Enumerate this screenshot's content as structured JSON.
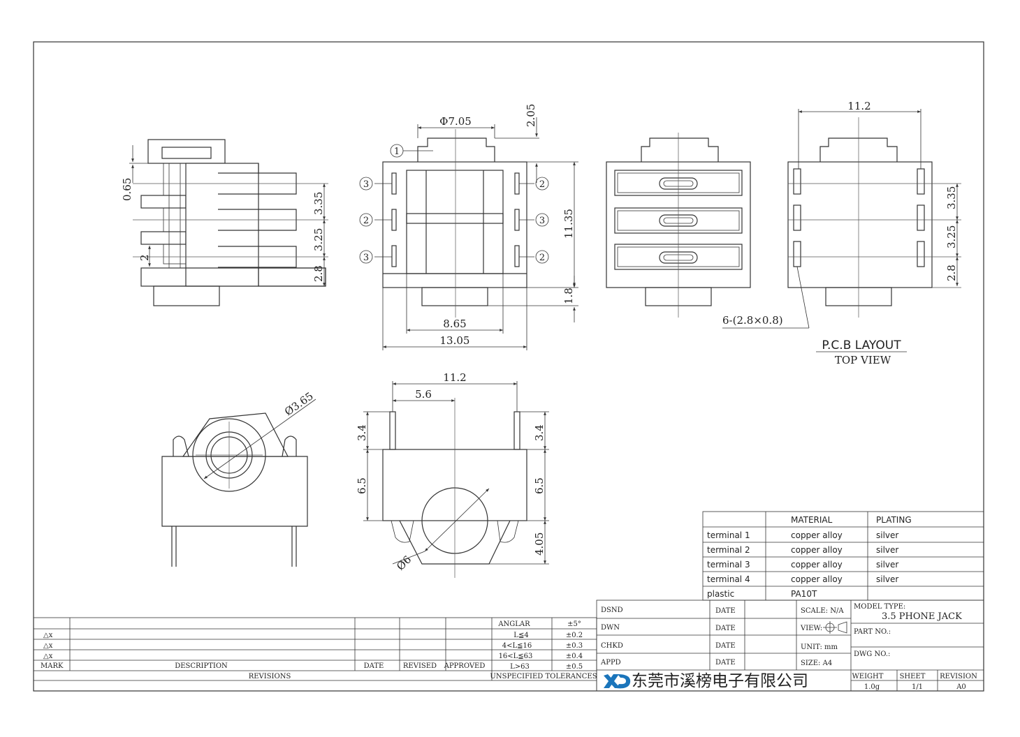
{
  "views": {
    "side": {
      "d_065": "0.65",
      "d_335": "3.35",
      "d_325": "3.25",
      "d_2": "2",
      "d_28": "2.8"
    },
    "front": {
      "phi705": "Φ7.05",
      "d_205": "2.05",
      "pin1": "1",
      "pin2": "2",
      "pin3": "3",
      "d_1135": "11.35",
      "d_18": "1.8",
      "d_865": "8.65",
      "d_1305": "13.05"
    },
    "pcb": {
      "d_112": "11.2",
      "d_335": "3.35",
      "d_325": "3.25",
      "d_28": "2.8",
      "holes": "6-(2.8×0.8)",
      "title": "P.C.B LAYOUT",
      "subtitle": "TOP VIEW"
    },
    "round": {
      "phi365": "Ø3.65"
    },
    "bottom": {
      "d_112": "11.2",
      "d_56": "5.6",
      "d_34": "3.4",
      "d_65": "6.5",
      "d_405": "4.05",
      "phi6": "Ø6"
    }
  },
  "materials": {
    "headers": [
      "",
      "MATERIAL",
      "PLATING"
    ],
    "rows": [
      [
        "terminal 1",
        "copper alloy",
        "silver"
      ],
      [
        "terminal 2",
        "copper alloy",
        "silver"
      ],
      [
        "terminal 3",
        "copper alloy",
        "silver"
      ],
      [
        "terminal 4",
        "copper alloy",
        "silver"
      ],
      [
        "plastic",
        "PA10T",
        ""
      ]
    ]
  },
  "revisions": {
    "marks": [
      "△x",
      "△x",
      "△x"
    ],
    "headers": {
      "mark": "MARK",
      "description": "DESCRIPTION",
      "date": "DATE",
      "revised": "REVISED",
      "approved": "APPROVED"
    },
    "footer": "REVISIONS"
  },
  "tolerances": {
    "rows": [
      [
        "ANGLAR",
        "±5°"
      ],
      [
        "L≦4",
        "±0.2"
      ],
      [
        "4<L≦16",
        "±0.3"
      ],
      [
        "16<L≦63",
        "±0.4"
      ],
      [
        "L>63",
        "±0.5"
      ]
    ],
    "footer": "UNSPECIFIED TOLERANCES"
  },
  "titleblock": {
    "dsnd": "DSND",
    "dwn": "DWN",
    "chkd": "CHKD",
    "appd": "APPD",
    "date": "DATE",
    "scale": "SCALE: N/A",
    "view": "VIEW:",
    "unit": "UNIT: mm",
    "size": "SIZE: A4",
    "model_type_label": "MODEL TYPE:",
    "model_type": "3.5 PHONE JACK",
    "part_no": "PART NO.:",
    "dwg_no": "DWG NO.:",
    "weight_label": "WEIGHT",
    "weight": "1.0g",
    "sheet_label": "SHEET",
    "sheet": "1/1",
    "revision_label": "REVISION",
    "revision": "A0",
    "company": "东莞市溪榜电子有限公司"
  }
}
